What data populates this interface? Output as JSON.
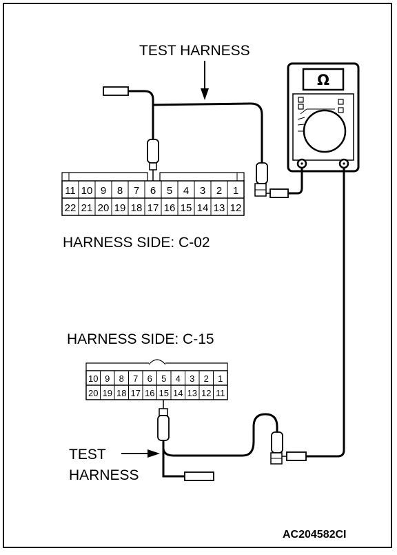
{
  "labels": {
    "test_harness_top": "TEST HARNESS",
    "harness_side_c02": "HARNESS SIDE: C-02",
    "harness_side_c15": "HARNESS SIDE: C-15",
    "test_harness_bottom_line1": "TEST",
    "test_harness_bottom_line2": "HARNESS",
    "figure_code": "AC204582CI"
  },
  "meter": {
    "symbol": "Ω",
    "icon": "ohmmeter-icon"
  },
  "connector_c02": {
    "top_row": [
      "11",
      "10",
      "9",
      "8",
      "7",
      "6",
      "5",
      "4",
      "3",
      "2",
      "1"
    ],
    "bottom_row": [
      "22",
      "21",
      "20",
      "19",
      "18",
      "17",
      "16",
      "15",
      "14",
      "13",
      "12"
    ]
  },
  "connector_c15": {
    "top_row": [
      "10",
      "9",
      "8",
      "7",
      "6",
      "5",
      "4",
      "3",
      "2",
      "1"
    ],
    "bottom_row": [
      "20",
      "19",
      "18",
      "17",
      "16",
      "15",
      "14",
      "13",
      "12",
      "11"
    ]
  }
}
